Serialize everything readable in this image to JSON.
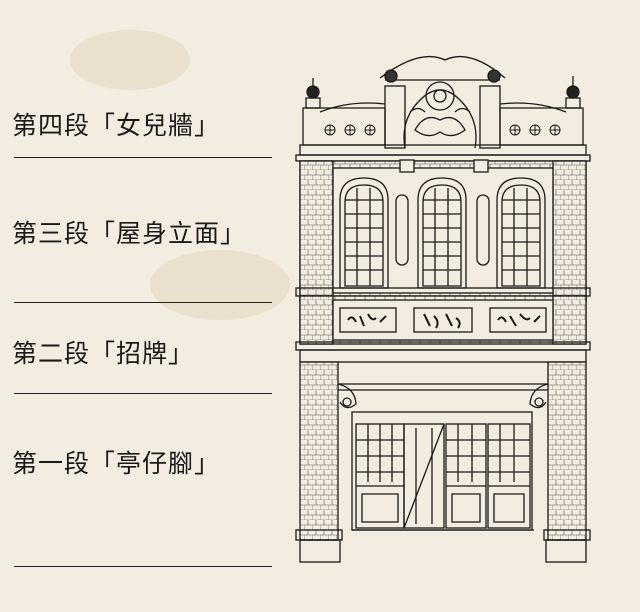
{
  "sections": [
    {
      "id": "fourth",
      "label": "第四段「女兒牆」"
    },
    {
      "id": "third",
      "label": "第三段「屋身立面」"
    },
    {
      "id": "second",
      "label": "第二段「招牌」"
    },
    {
      "id": "first",
      "label": "第一段「亭仔腳」"
    }
  ],
  "colors": {
    "background": "#f3ece0",
    "ink": "#1a1a1a"
  }
}
